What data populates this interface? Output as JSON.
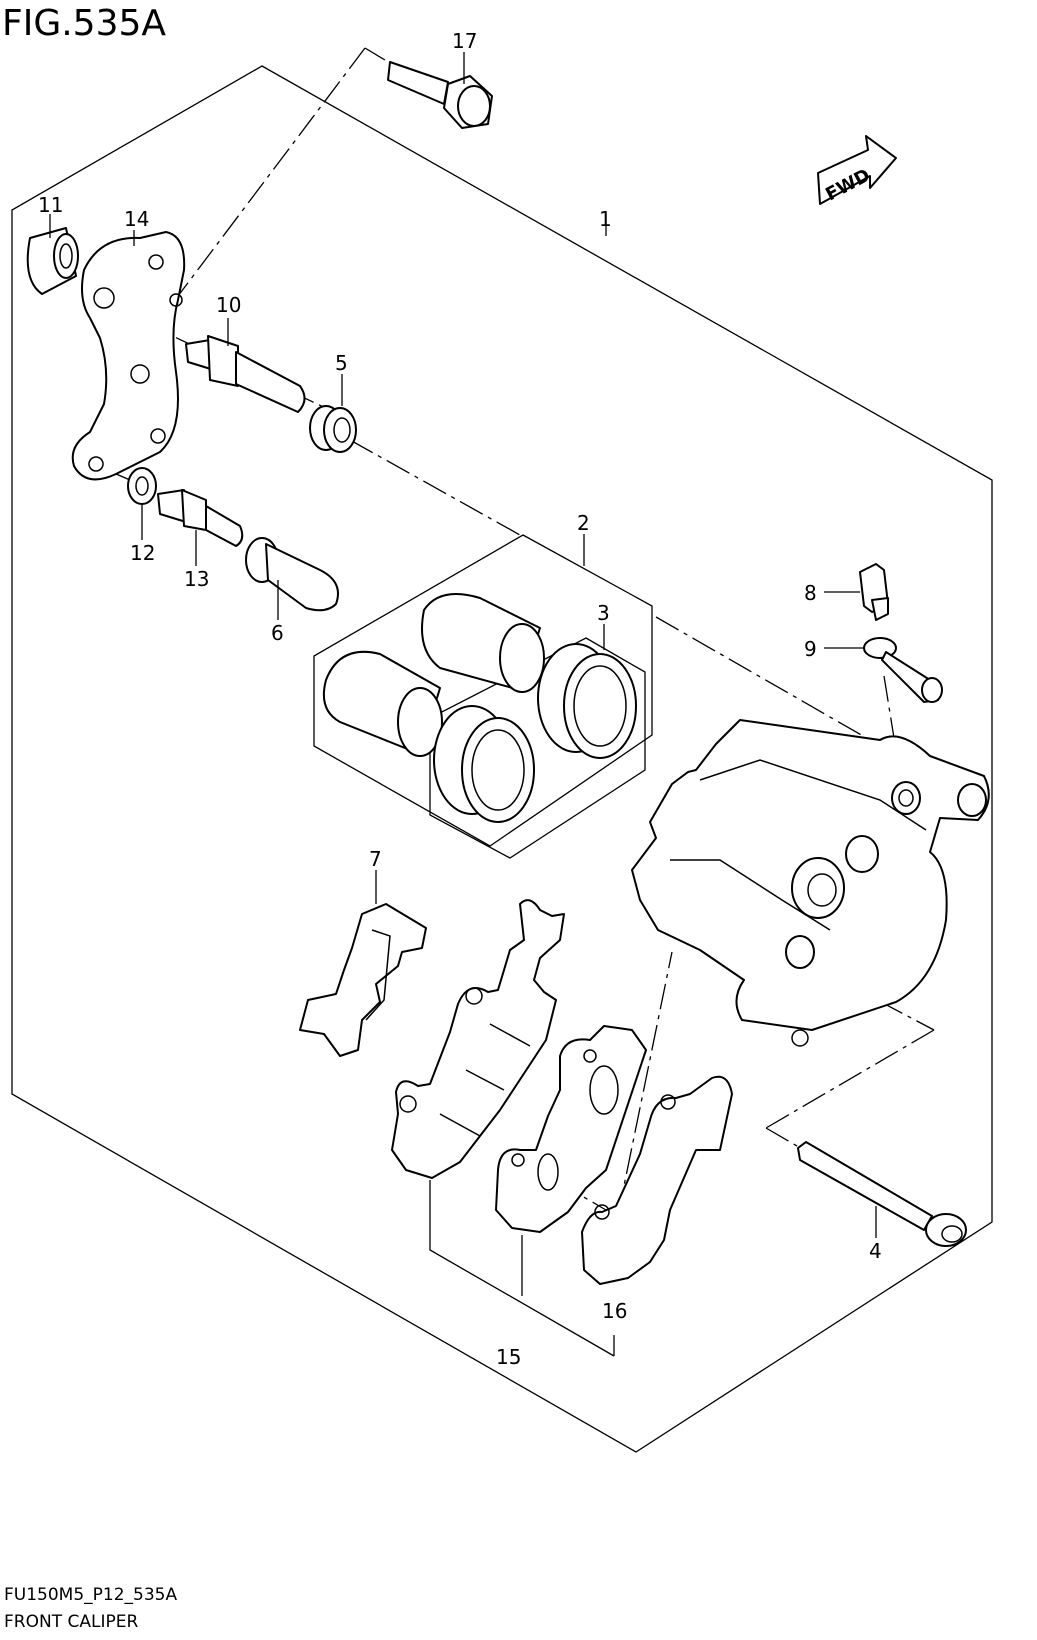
{
  "figure": {
    "title": "FIG.535A",
    "model_code": "FU150M5_P12_535A",
    "caption": "FRONT CALIPER",
    "direction_badge": "FWD"
  },
  "callouts": [
    "1",
    "2",
    "3",
    "4",
    "5",
    "6",
    "7",
    "8",
    "9",
    "10",
    "11",
    "12",
    "13",
    "14",
    "15",
    "16",
    "17"
  ]
}
